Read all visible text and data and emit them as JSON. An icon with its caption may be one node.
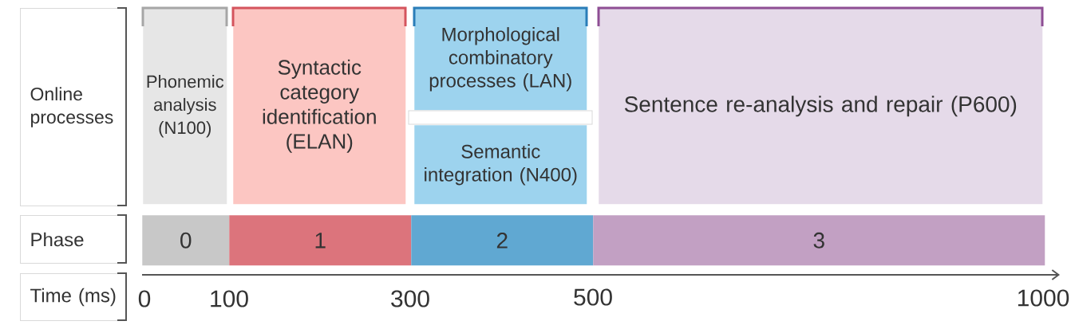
{
  "diagram": {
    "nodes": [
      {
        "text": [
          "Online processes"
        ]
      },
      {
        "text": [
          "Phonemic analysis (N100)"
        ]
      },
      {
        "text": [
          "Syntactic category identification (ELAN)"
        ]
      },
      {
        "text": [
          "Morphological combinatory processes (LAN)"
        ]
      },
      {
        "text": [],
        "shape": "bar"
      },
      {
        "text": [
          "Semantic integration (N400)"
        ]
      },
      {
        "text": [
          "Sentence re-analysis and repair (P600)"
        ]
      },
      {
        "text": [
          "Phase"
        ]
      },
      {
        "text": [
          "0"
        ]
      },
      {
        "text": [
          "1"
        ]
      },
      {
        "text": [
          "2"
        ]
      },
      {
        "text": [
          "3"
        ]
      },
      {
        "text": [
          "Time (ms)"
        ]
      }
    ],
    "labels": [
      "0",
      "100",
      "300",
      "500",
      "1000"
    ]
  }
}
